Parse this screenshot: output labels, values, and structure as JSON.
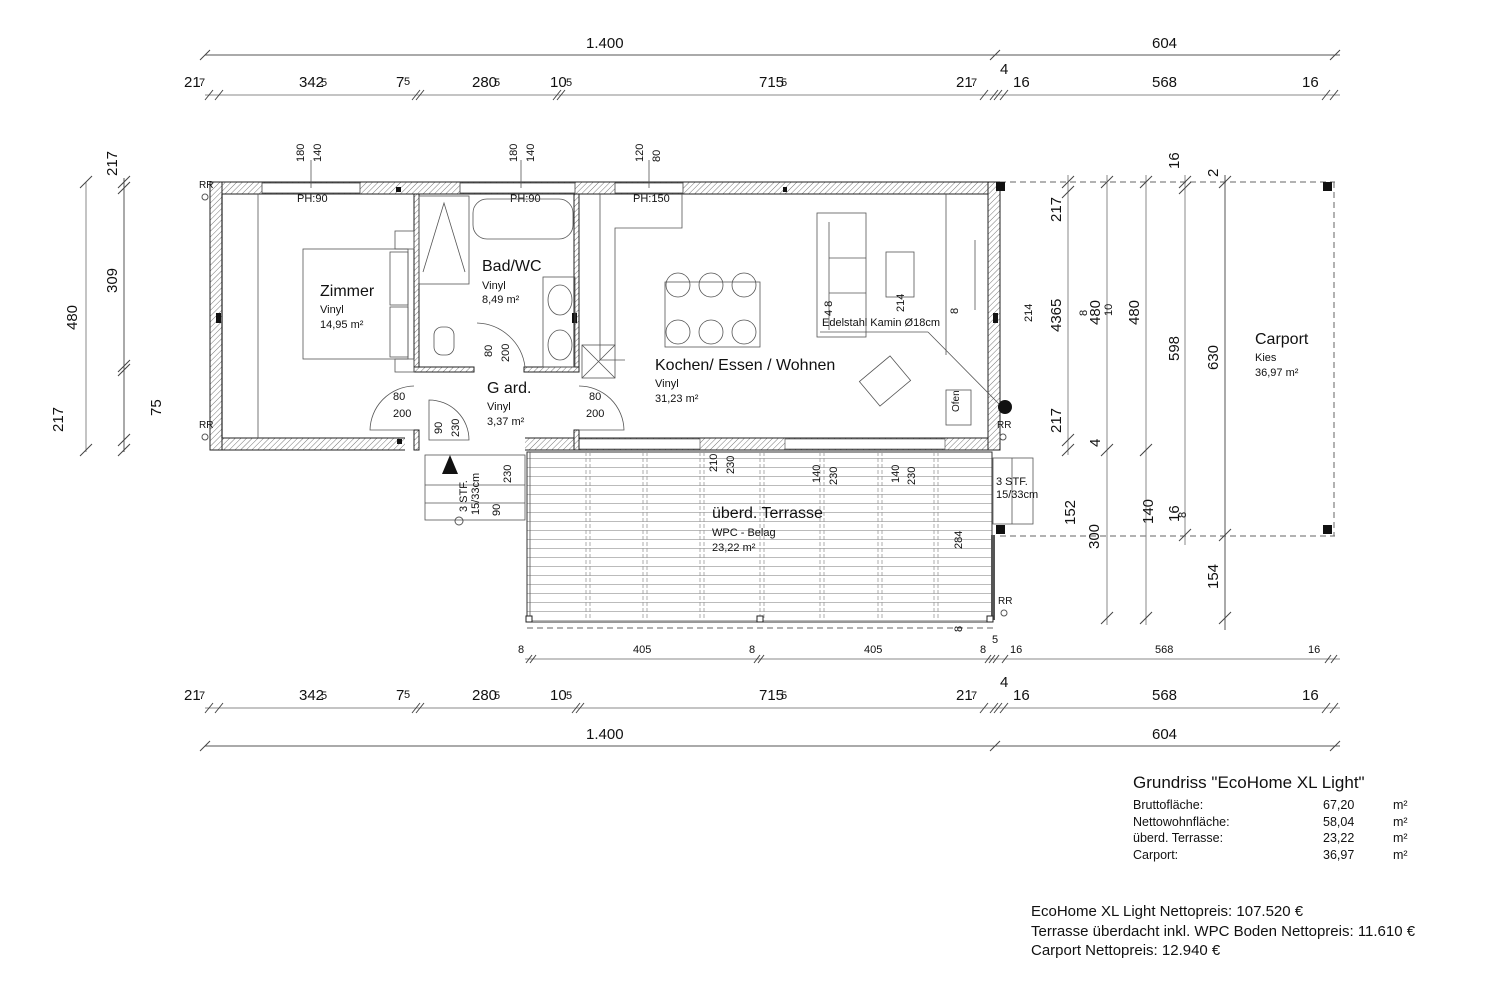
{
  "dimensions": {
    "top": {
      "overall": [
        "1.400",
        "604"
      ],
      "segments": [
        "21",
        "7",
        "342",
        "5",
        "7",
        "5",
        "280",
        "5",
        "10",
        "5",
        "715",
        "5",
        "21",
        "7",
        "4",
        "16",
        "568",
        "16"
      ]
    },
    "bottom": {
      "terrace_row": [
        "8",
        "405",
        "8",
        "405",
        "8",
        "5",
        "16",
        "568",
        "16"
      ],
      "segments": [
        "21",
        "7",
        "342",
        "5",
        "7",
        "5",
        "280",
        "5",
        "10",
        "5",
        "715",
        "5",
        "21",
        "7",
        "4",
        "16",
        "568",
        "16"
      ],
      "overall": [
        "1.400",
        "604"
      ]
    },
    "left": [
      "217",
      "480",
      "309",
      "217",
      "75"
    ],
    "right": [
      "217",
      "4365",
      "8",
      "480",
      "10",
      "480",
      "214",
      "217",
      "4",
      "598",
      "630",
      "16",
      "2",
      "152",
      "300",
      "140",
      "16",
      "8",
      "154"
    ],
    "windows": [
      {
        "w": "180",
        "h": "140",
        "ph": "PH:90"
      },
      {
        "w": "180",
        "h": "140",
        "ph": "PH:90"
      },
      {
        "w": "120",
        "h": "80",
        "ph": "PH:150"
      }
    ],
    "doors": [
      {
        "w": "80",
        "h": "200"
      },
      {
        "w": "80",
        "h": "200"
      },
      {
        "w": "80",
        "h": "200"
      },
      {
        "w": "90",
        "h": "230"
      },
      {
        "w": "90",
        "h": "230"
      }
    ],
    "terrace_openings": [
      "210",
      "230",
      "140",
      "230",
      "140",
      "230",
      "284",
      "8"
    ],
    "misc": [
      "214",
      "8",
      "4 8"
    ]
  },
  "rooms": [
    {
      "name": "Zimmer",
      "floor": "Vinyl",
      "area": "14,95 m²"
    },
    {
      "name": "Bad/WC",
      "floor": "Vinyl",
      "area": "8,49 m²"
    },
    {
      "name": "G ard.",
      "floor": "Vinyl",
      "area": "3,37 m²"
    },
    {
      "name": "Kochen/ Essen / Wohnen",
      "floor": "Vinyl",
      "area": "31,23 m²"
    },
    {
      "name": "überd. Terrasse",
      "floor": "WPC - Belag",
      "area": "23,22 m²"
    },
    {
      "name": "Carport",
      "floor": "Kies",
      "area": "36,97 m²"
    }
  ],
  "annotations": {
    "chimney": "Edelstahl Kamin Ø18cm",
    "oven": "Ofen",
    "stairs_left": [
      "3 STF.",
      "15/33cm"
    ],
    "stairs_right": [
      "3 STF.",
      "15/33cm"
    ],
    "rr": "RR"
  },
  "legend": {
    "title": "Grundriss \"EcoHome XL Light\"",
    "rows": [
      {
        "label": "Bruttofläche:",
        "value": "67,20",
        "unit": "m²"
      },
      {
        "label": "Nettowohnfläche:",
        "value": "58,04",
        "unit": "m²"
      },
      {
        "label": "überd. Terrasse:",
        "value": "23,22",
        "unit": "m²"
      },
      {
        "label": "Carport:",
        "value": "36,97",
        "unit": "m²"
      }
    ]
  },
  "prices": [
    "EcoHome XL Light Nettopreis: 107.520 €",
    "Terrasse überdacht inkl. WPC Boden Nettopreis: 11.610 €",
    "Carport Nettopreis: 12.940 €"
  ]
}
